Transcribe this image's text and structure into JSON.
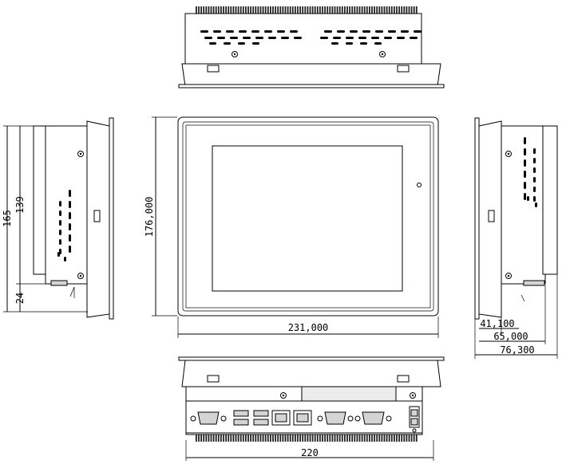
{
  "drawing": {
    "front_view": {
      "width_label": "231,000",
      "height_label": "176,000"
    },
    "left_view": {
      "height_overall_label": "165",
      "height_body_label": "139",
      "height_lower_label": "24"
    },
    "right_view": {
      "depth_1_label": "41,100",
      "depth_2_label": "65,000",
      "depth_3_label": "76,300"
    },
    "bottom_view": {
      "width_label": "220"
    }
  }
}
